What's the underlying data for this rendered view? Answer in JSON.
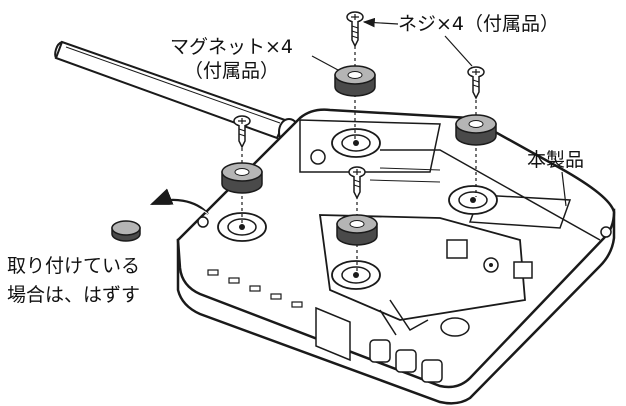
{
  "labels": {
    "magnet_line1": "マグネット×4",
    "magnet_line2": "（付属品）",
    "screw": "ネジ×4（付属品）",
    "product": "本製品",
    "remove_line1": "取り付けている",
    "remove_line2": "場合は、はずす"
  },
  "colors": {
    "line": "#1a1a1a",
    "magnet_top": "#b5b5b5",
    "magnet_side": "#4a4a4a",
    "body_fill": "#ffffff"
  }
}
